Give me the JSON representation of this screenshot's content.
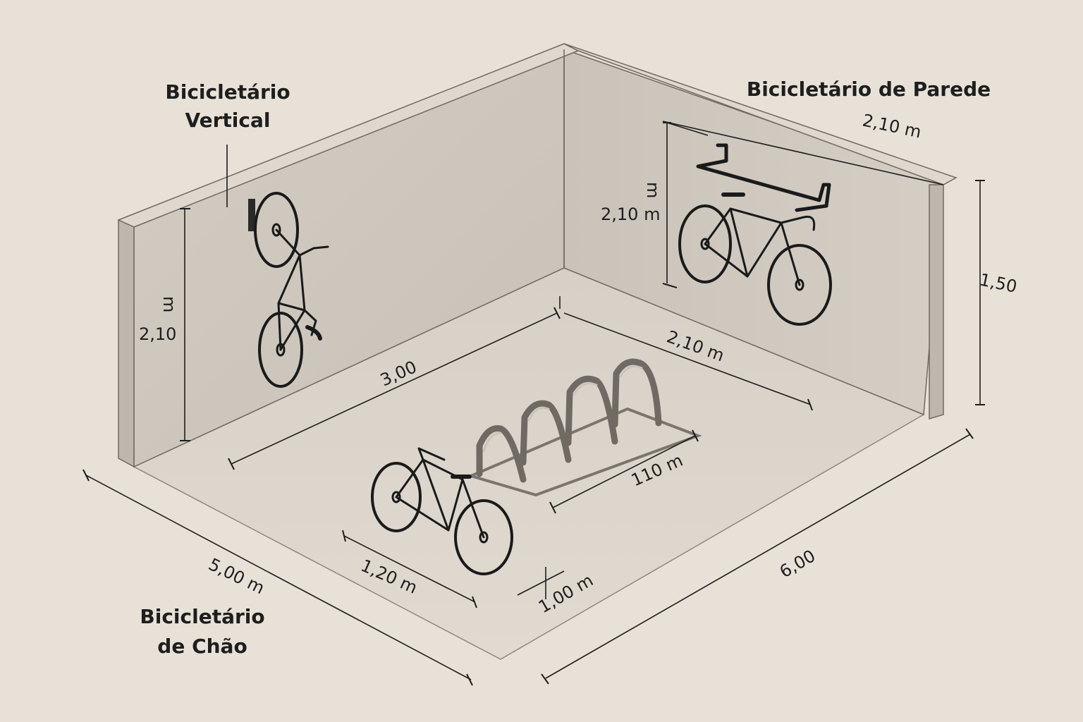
{
  "labels": {
    "vertical_rack": [
      "Bicicletário",
      "Vertical"
    ],
    "wall_rack": "Bicicletário de Parede",
    "floor_rack": [
      "Bicicletário",
      "de Chão"
    ]
  },
  "dimensions": {
    "vertical_height": "2,10",
    "vertical_height_unit": "m",
    "floor_depth_left": "3,00",
    "floor_depth_right": "2,10 m",
    "wall_top": "2,10 m",
    "wall_rack_height": "2,10 m",
    "wall_rack_height_unit": "m",
    "right_wall_height": "1,50",
    "rack_length": "110 m",
    "bike_length": "1,20 m",
    "bike_spacing": "1,00 m",
    "room_width": "5,00 m",
    "room_length": "6,00"
  },
  "colors": {
    "background": "#e7e1d7",
    "floor": "#dcd6cc",
    "back_wall": "#cdc7bd",
    "wall_top": "#d8d2c8",
    "ink": "#1e1e1e"
  }
}
